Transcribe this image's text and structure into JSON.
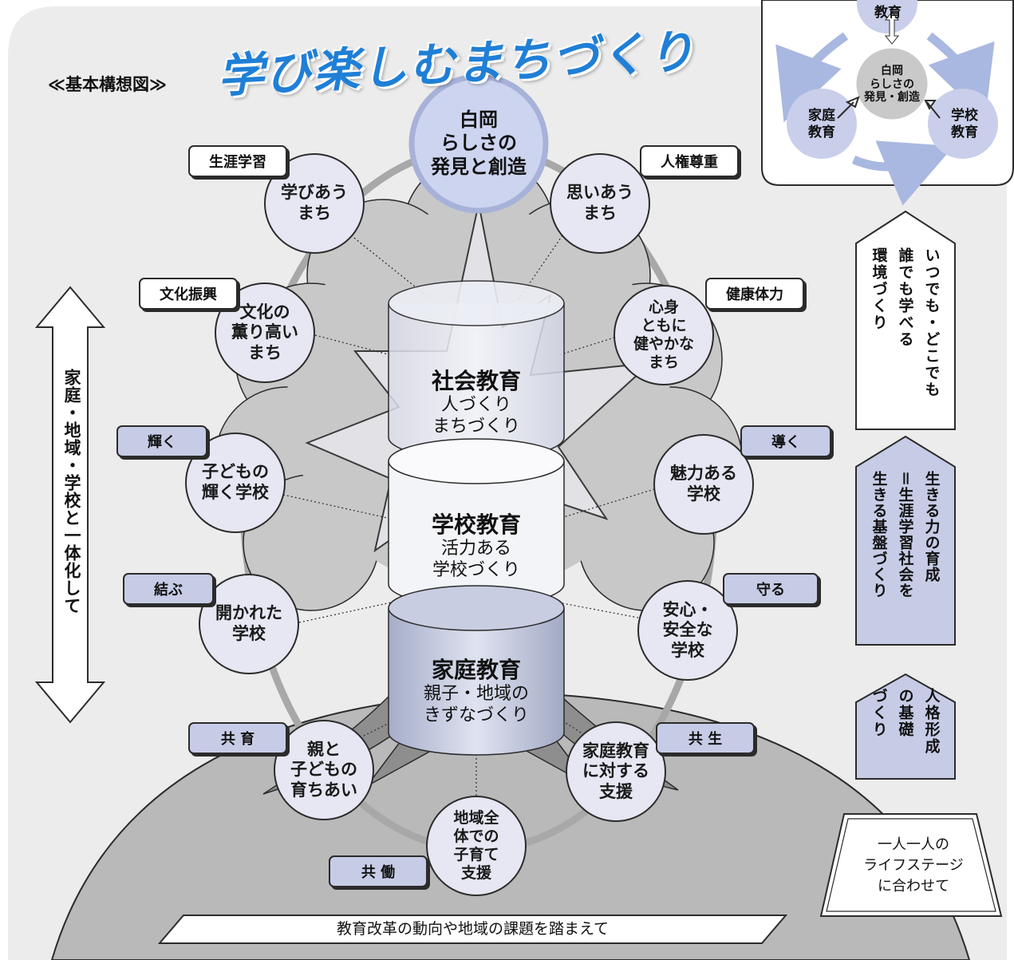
{
  "title": "学び楽しむまちづくり",
  "subtitle": "≪基本構想図≫",
  "center_circle": "白岡\nらしさの\n発見と創造",
  "trunk": [
    {
      "title": "社会教育",
      "sub": "人づくり\nまちづくり"
    },
    {
      "title": "学校教育",
      "sub": "活力ある\n学校づくり"
    },
    {
      "title": "家庭教育",
      "sub": "親子・地域の\nきずなづくり"
    }
  ],
  "ring_circles": {
    "manabiau": "学びあう\nまち",
    "omoiau": "思いあう\nまち",
    "bunka": "文化の\n薫り高い\nまち",
    "shinshin": "心身\nともに\n健やかな\nまち",
    "kodomo": "子どもの\n輝く学校",
    "miryoku": "魅力ある\n学校",
    "hirakareta": "開かれた\n学校",
    "anshin": "安心・\n安全な\n学校",
    "oyako": "親と\n子どもの\n育ちあい",
    "shien": "家庭教育\nに対する\n支援",
    "chiiki": "地域全\n体での\n子育て\n支援"
  },
  "tags": {
    "shogai": "生涯学習",
    "jinken": "人権尊重",
    "bunka": "文化振興",
    "kenko": "健康体力",
    "kagayaku": "輝く",
    "michibiku": "導く",
    "musubu": "結ぶ",
    "mamoru": "守る",
    "kyoiku": "共 育",
    "kyosei": "共 生",
    "kyodo": "共 働"
  },
  "left_arrow": "家庭・地域・学校と一体化して",
  "right_banners": {
    "itsudemo": [
      "いつでも・どこでも",
      "誰でも学べる",
      "環境づくり"
    ],
    "ikiru": [
      "生きる力の育成",
      "＝生涯学習社会を",
      "生きる基盤づくり"
    ],
    "jinkaku": [
      "人格形成",
      "の基礎",
      "づくり"
    ]
  },
  "life_stage": "一人一人の\nライフステージ\nに合わせて",
  "bottom_banner": "教育改革の動向や地域の課題を踏まえて",
  "inset": {
    "top": "教育",
    "center": "白岡\nらしさの\n発見・創造",
    "left": "家庭\n教育",
    "right": "学校\n教育"
  },
  "colors": {
    "title": "#1f7fd6",
    "circle_fill": "#e6e7f3",
    "circle_stroke": "#2b2b2b",
    "tag_blue": "#c7cce6",
    "canopy": "#c8c8c8",
    "ground": "#b9b9b9",
    "ring": "#a8a8a8",
    "inset_circle": "#c9cfea",
    "inset_arrow": "#a9b8e0"
  }
}
